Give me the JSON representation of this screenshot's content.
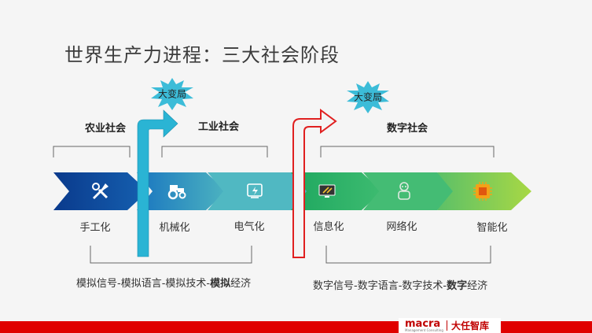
{
  "title": "世界生产力进程：三大社会阶段",
  "eras": [
    {
      "label": "农业社会"
    },
    {
      "label": "工业社会"
    },
    {
      "label": "数字社会"
    }
  ],
  "transitions": [
    {
      "label": "大变局"
    },
    {
      "label": "大变局"
    }
  ],
  "stages": [
    {
      "label": "手工化",
      "icon": "tools-icon",
      "color": "#0d3f8f"
    },
    {
      "label": "机械化",
      "icon": "tractor-icon",
      "color": "#1a6fb8"
    },
    {
      "label": "电气化",
      "icon": "electricity-icon",
      "color": "#3aa6b8"
    },
    {
      "label": "信息化",
      "icon": "monitor-icon",
      "color": "#27b06a"
    },
    {
      "label": "网络化",
      "icon": "robot-icon",
      "color": "#4cc072"
    },
    {
      "label": "智能化",
      "icon": "chip-icon",
      "color": "#8ccf4a"
    }
  ],
  "economies": [
    {
      "prefix": "模拟信号-模拟语言-模拟技术-",
      "bold": "模拟",
      "suffix": "经济"
    },
    {
      "prefix": "数字信号-数字语言-数字技术-",
      "bold": "数字",
      "suffix": "经济"
    }
  ],
  "logo": {
    "brand": "macra",
    "sub": "Management Consulting",
    "cn": "大任智库"
  },
  "colors": {
    "arrow_blue": "#2ab0d0",
    "arrow_red": "#e02020",
    "footer_red": "#e00000"
  }
}
